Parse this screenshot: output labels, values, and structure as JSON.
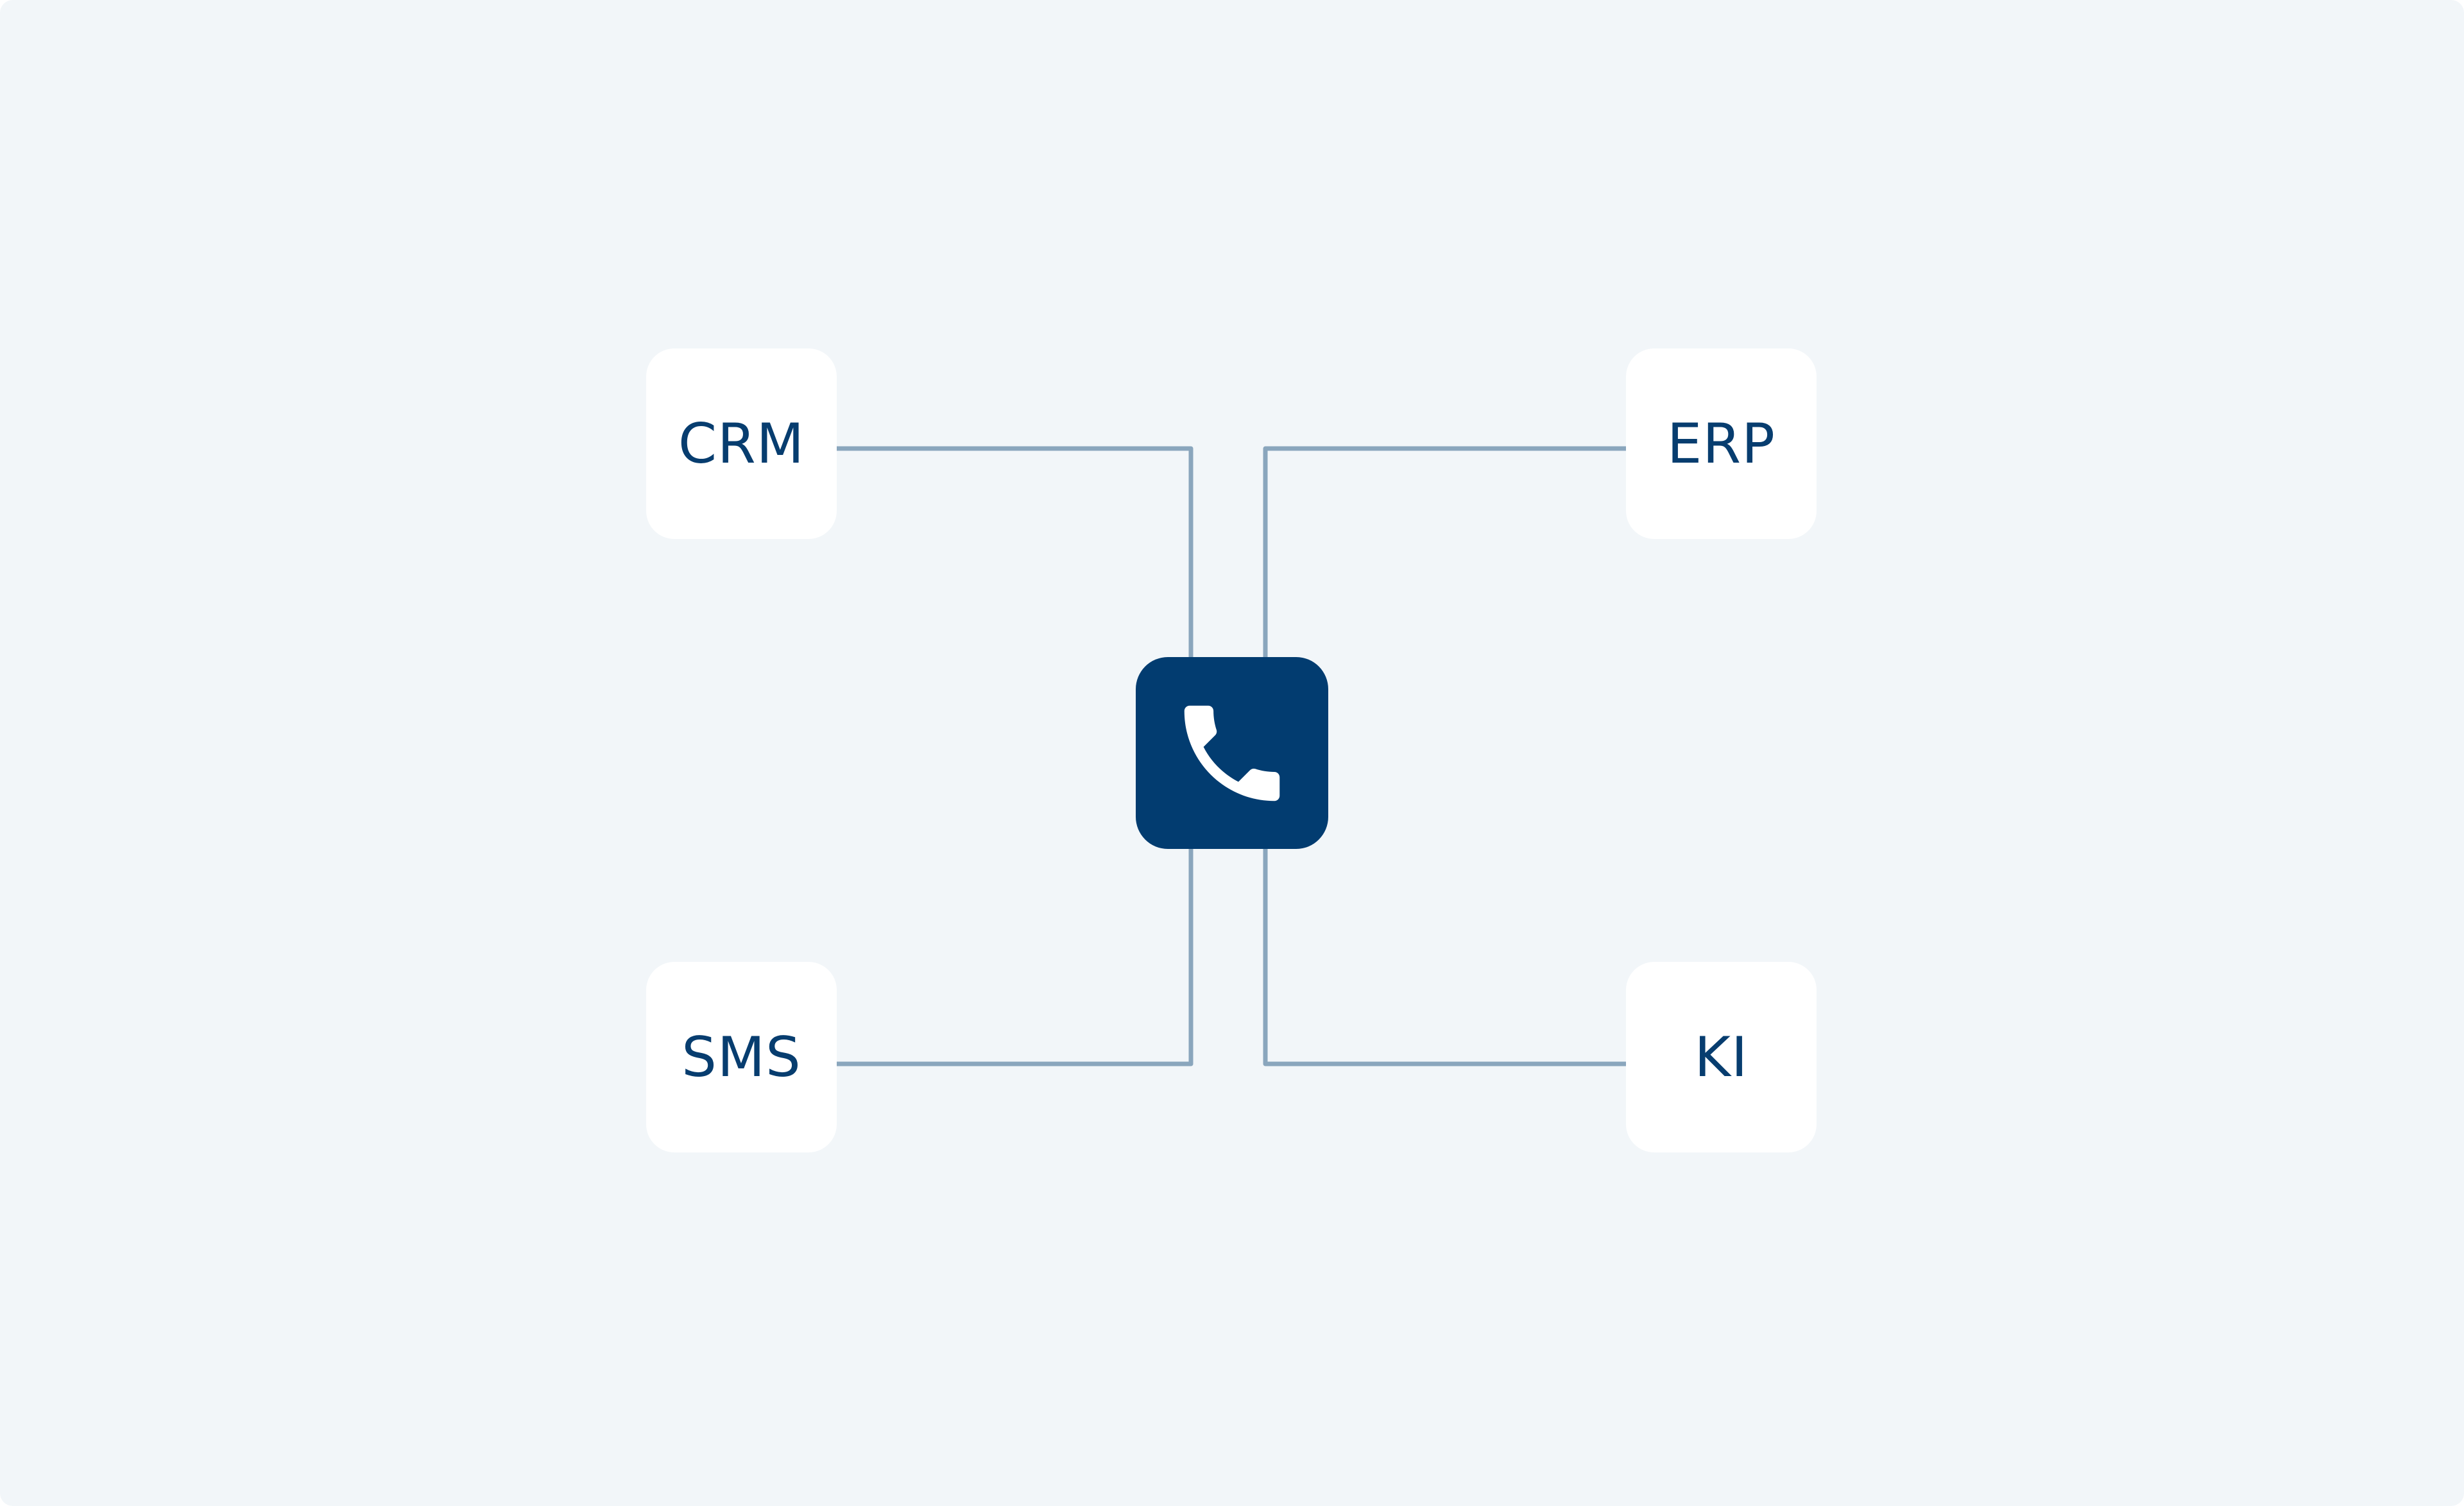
{
  "diagram": {
    "hub": {
      "icon": "phone-icon",
      "background": "#023c70",
      "icon_color": "#ffffff"
    },
    "nodes": [
      {
        "id": "crm",
        "label": "CRM"
      },
      {
        "id": "erp",
        "label": "ERP"
      },
      {
        "id": "sms",
        "label": "SMS"
      },
      {
        "id": "ki",
        "label": "KI"
      }
    ],
    "connections": [
      {
        "from": "crm",
        "to": "hub"
      },
      {
        "from": "erp",
        "to": "hub"
      },
      {
        "from": "sms",
        "to": "hub"
      },
      {
        "from": "ki",
        "to": "hub"
      }
    ],
    "colors": {
      "canvas_background": "#f2f6f9",
      "node_background": "#ffffff",
      "node_text": "#073d6f",
      "connector": "#8aa6bd"
    }
  }
}
